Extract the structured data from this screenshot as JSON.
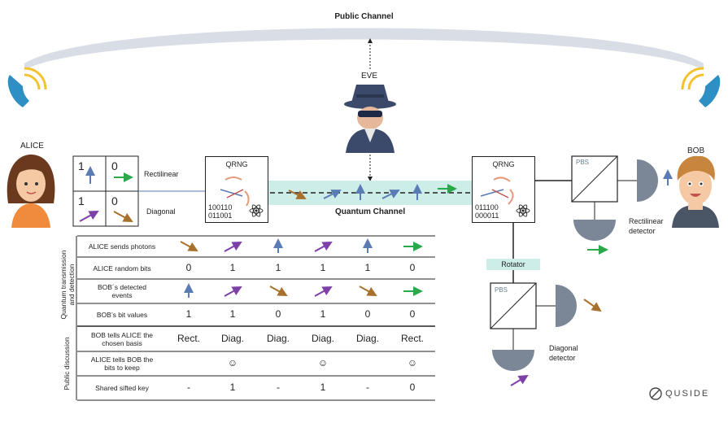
{
  "public_channel": {
    "label": "Public Channel"
  },
  "eve": {
    "label": "EVE"
  },
  "alice": {
    "label": "ALICE"
  },
  "bob": {
    "label": "BOB"
  },
  "quantum_channel": {
    "label": "Quantum Channel"
  },
  "alice_bases": {
    "rectilinear_label": "Rectilinear",
    "diagonal_label": "Diagonal",
    "cells": [
      "1",
      "0",
      "1",
      "0"
    ]
  },
  "qrng_alice": {
    "title": "QRNG",
    "bits": "100110\n011001"
  },
  "qrng_bob": {
    "title": "QRNG",
    "bits": "011100\n000011"
  },
  "bob_setup": {
    "pbs_top": "PBS",
    "pbs_bottom": "PBS",
    "rotator": "Rotator",
    "rectilinear_detector": "Rectilinear\ndetector",
    "diagonal_detector": "Diagonal\ndetector"
  },
  "table": {
    "group_quantum": "Quantum transmission\nand detection",
    "group_public": "Public discussion",
    "rows": [
      {
        "label": "ALICE sends photons",
        "cells": [
          "",
          "",
          "",
          "",
          "",
          ""
        ],
        "arrows": [
          "diag-down",
          "diag-up",
          "up",
          "diag-up",
          "up",
          "right"
        ]
      },
      {
        "label": "ALICE random bits",
        "cells": [
          "0",
          "1",
          "1",
          "1",
          "1",
          "0"
        ]
      },
      {
        "label": "BOB´s detected\nevents",
        "cells": [
          "",
          "",
          "",
          "",
          "",
          ""
        ],
        "arrows": [
          "up",
          "diag-up",
          "diag-down",
          "diag-up",
          "diag-down",
          "right"
        ]
      },
      {
        "label": "BOB’s bit values",
        "cells": [
          "1",
          "1",
          "0",
          "1",
          "0",
          "0"
        ]
      },
      {
        "label": "BOB tells ALICE the\nchosen basis",
        "cells": [
          "Rect.",
          "Diag.",
          "Diag.",
          "Diag.",
          "Diag.",
          "Rect."
        ]
      },
      {
        "label": "ALICE tells BOB the\nbits to keep",
        "cells": [
          "",
          "☺",
          "",
          "☺",
          "",
          "☺"
        ]
      },
      {
        "label": "Shared sifted key",
        "cells": [
          "-",
          "1",
          "-",
          "1",
          "-",
          "0"
        ]
      }
    ]
  },
  "brand": {
    "name": "QUSIDE"
  },
  "colors": {
    "blue": "#5b7bb5",
    "purple": "#7d3fa8",
    "brown": "#a8702a",
    "green": "#2aa84a",
    "arc": "#d8dde6",
    "channel": "#cdeee8",
    "phone": "#2e8fc4",
    "detector": "#7b8797"
  },
  "icons": {
    "phone_left": "phone-icon",
    "phone_right": "phone-icon",
    "spy": "spy-icon",
    "atom": "atom-icon",
    "logo": "quside-logo-icon"
  }
}
